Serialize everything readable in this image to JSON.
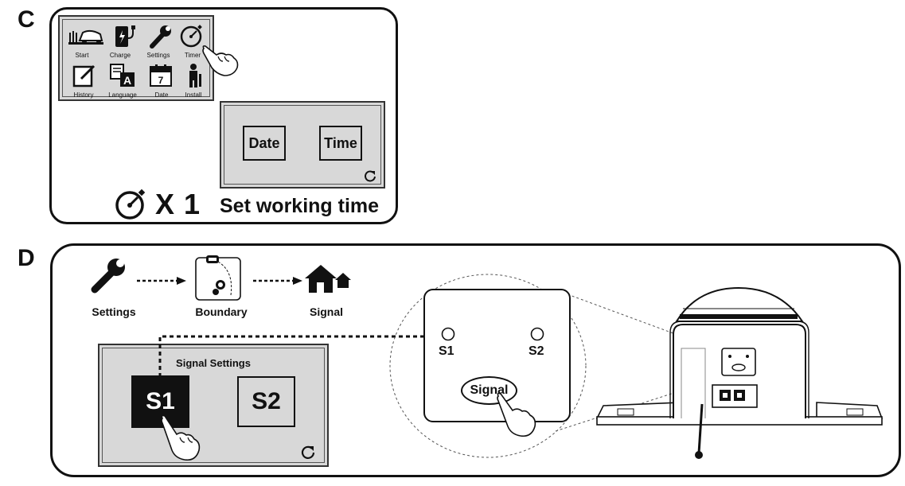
{
  "section_c": {
    "letter": "C",
    "menu": [
      {
        "label": "Start",
        "icon": "mower-icon"
      },
      {
        "label": "Charge",
        "icon": "charge-icon"
      },
      {
        "label": "Settings",
        "icon": "wrench-icon"
      },
      {
        "label": "Timer",
        "icon": "timer-icon"
      },
      {
        "label": "History",
        "icon": "history-icon"
      },
      {
        "label": "Language",
        "icon": "language-icon"
      },
      {
        "label": "Date",
        "icon": "calendar-icon"
      },
      {
        "label": "Install",
        "icon": "install-icon"
      }
    ],
    "calendar_day": "7",
    "language_glyph": "A",
    "date_button": "Date",
    "time_button": "Time",
    "repeat_count": "X 1",
    "caption": "Set working time"
  },
  "section_d": {
    "letter": "D",
    "flow": [
      {
        "label": "Settings",
        "icon": "wrench-icon"
      },
      {
        "label": "Boundary",
        "icon": "boundary-icon"
      },
      {
        "label": "Signal",
        "icon": "house-icon"
      }
    ],
    "screen_title": "Signal Settings",
    "s1_button": "S1",
    "s2_button": "S2",
    "panel_s1": "S1",
    "panel_s2": "S2",
    "signal_button": "Signal"
  }
}
